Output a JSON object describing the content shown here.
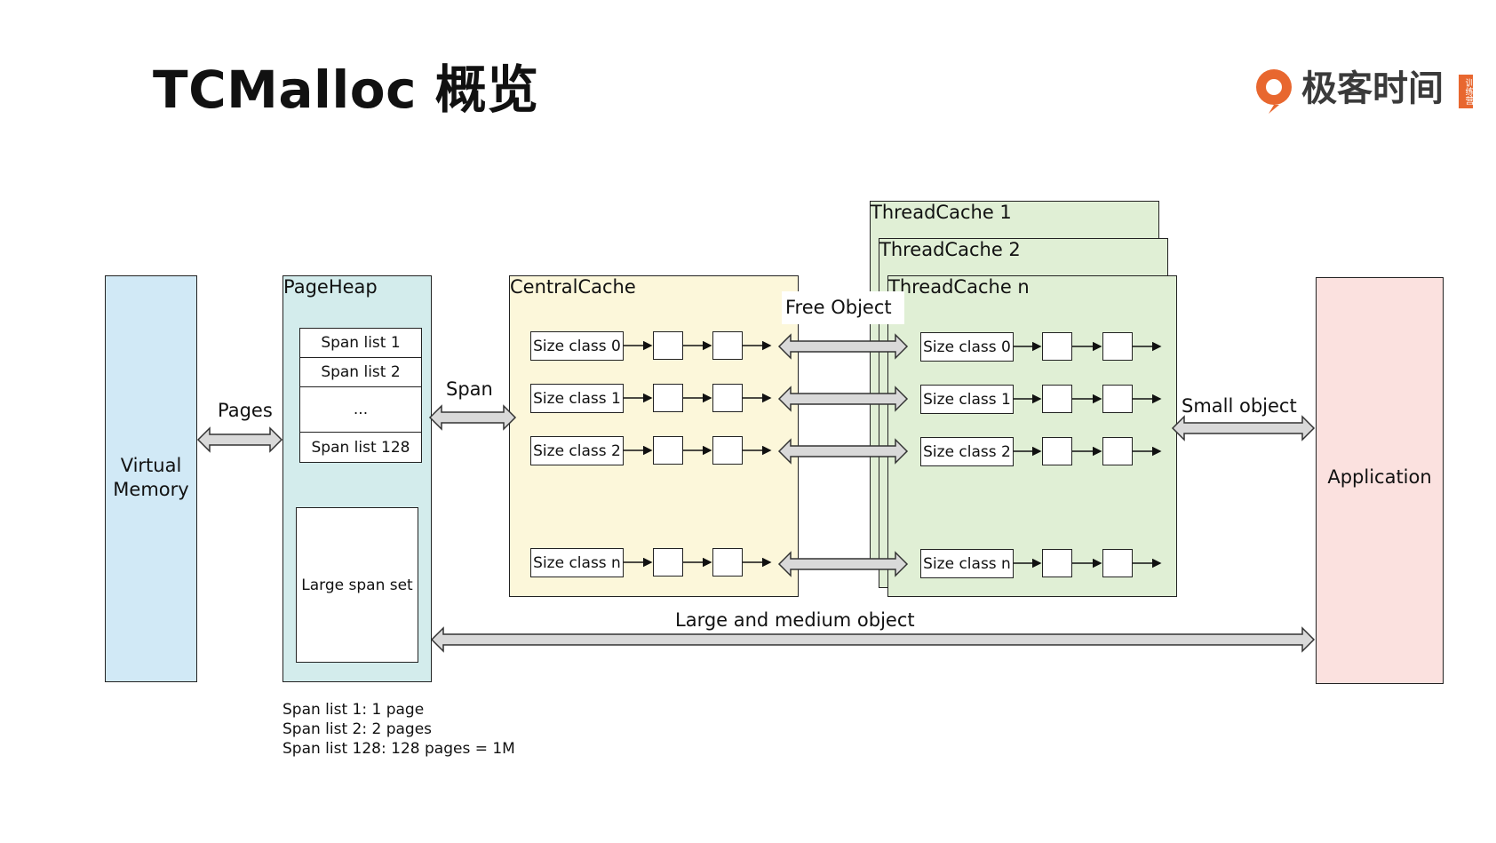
{
  "title": "TCMalloc 概览",
  "logo": {
    "brand": "极客时间",
    "tag": "训练营",
    "accent": "#e8672f"
  },
  "colors": {
    "virtual_memory": "#d1e9f6",
    "pageheap": "#d3ecec",
    "central": "#fcf7da",
    "thread": "#e0efd5",
    "application": "#fbe1df",
    "arrow_fill": "#d9d9d9"
  },
  "virtual_memory": {
    "label_line1": "Virtual",
    "label_line2": "Memory"
  },
  "pageheap": {
    "label": "PageHeap",
    "span_lists": [
      "Span list 1",
      "Span list 2",
      "...",
      "Span list 128"
    ],
    "large_span_set": "Large span set"
  },
  "central_cache": {
    "label": "CentralCache",
    "size_classes": [
      "Size class 0",
      "Size class 1",
      "Size class 2",
      "Size class n"
    ]
  },
  "thread_caches": {
    "labels": [
      "ThreadCache 1",
      "ThreadCache 2",
      "ThreadCache n"
    ],
    "size_classes": [
      "Size class 0",
      "Size class 1",
      "Size class 2",
      "Size class n"
    ]
  },
  "application": {
    "label": "Application"
  },
  "arrows": {
    "pages": "Pages",
    "span": "Span",
    "free_object": "Free Object",
    "small_object": "Small object",
    "large_medium": "Large and medium object"
  },
  "notes": [
    "Span list 1: 1 page",
    "Span list 2: 2 pages",
    "Span list 128: 128 pages = 1M"
  ]
}
